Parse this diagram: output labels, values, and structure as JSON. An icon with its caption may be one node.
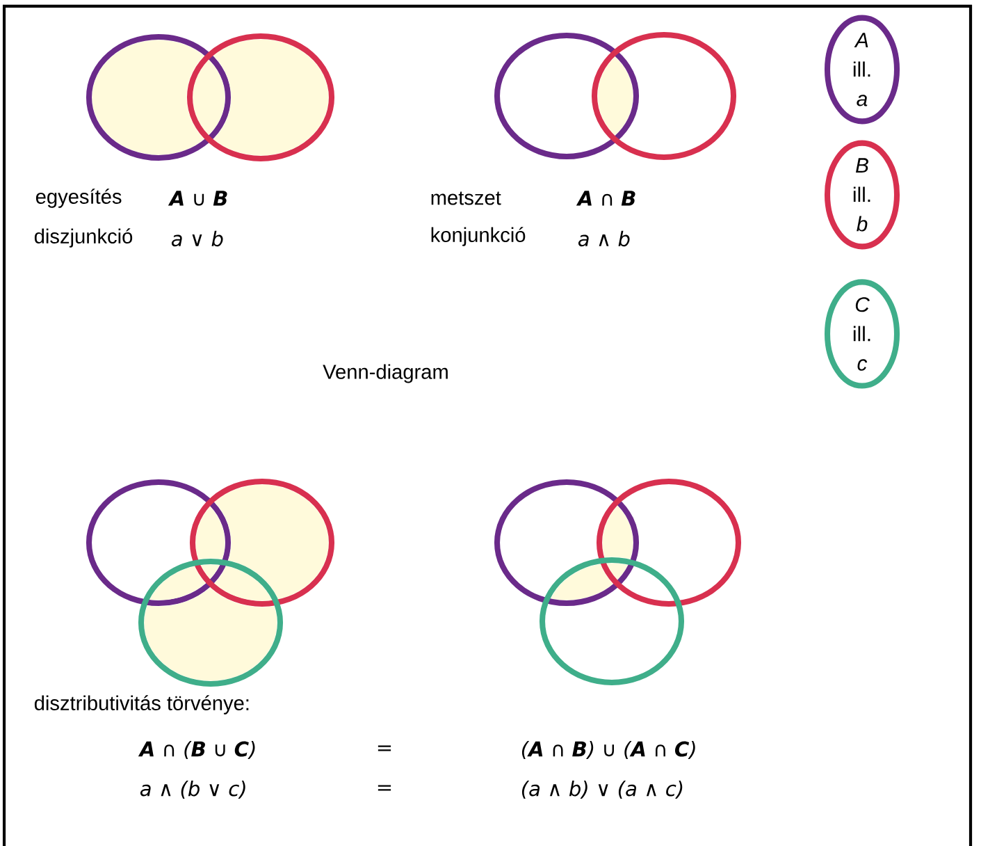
{
  "diagram": {
    "title": "Venn-diagram",
    "nodes": [
      {
        "text": [],
        "shape": "circle"
      },
      {
        "text": [],
        "shape": "circle"
      },
      {
        "text": [],
        "shape": "circle"
      },
      {
        "text": [],
        "shape": "circle"
      },
      {
        "text": [
          "*A* ill. *a*"
        ]
      },
      {
        "text": [
          "*B* ill. *b*"
        ]
      },
      {
        "text": [
          "*C* ill. *c*"
        ]
      },
      {
        "text": [],
        "shape": "circle"
      },
      {
        "text": [],
        "shape": "circle"
      },
      {
        "text": [],
        "shape": "circle"
      },
      {
        "text": [],
        "shape": "circle"
      },
      {
        "text": [],
        "shape": "circle"
      },
      {
        "text": [],
        "shape": "circle"
      }
    ],
    "labels": [
      "egyesítés",
      "**A** ∪ **B**",
      "metszet",
      "**A** ∩ **B**",
      "diszjunkció",
      "a ∨ b",
      "konjunkció",
      "a ∧ b",
      "disztributivitás törvénye:",
      "**A** ∩ (**B** ∪ **C**)",
      "=",
      "(**A** ∩ **B**) ∪ (**A** ∩ **C**)",
      "a ∧ (b ∨ c)",
      "=",
      "(a ∧ b) ∨ (a ∧ c)"
    ]
  }
}
